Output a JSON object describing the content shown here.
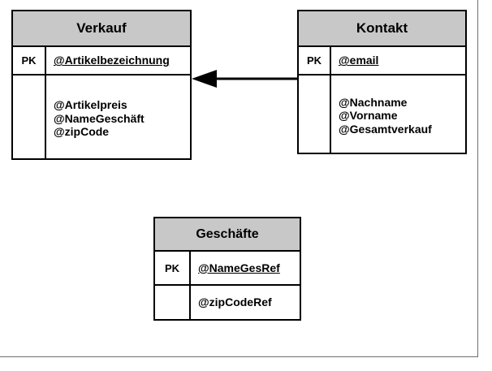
{
  "diagram": {
    "type": "er-diagram",
    "title": "",
    "header_fill": "#C8C8C8",
    "border_color": "#000000",
    "background": "#FFFFFF",
    "entities": [
      {
        "id": "verkauf",
        "name": "Verkauf",
        "key_label": "PK",
        "primary_keys": [
          "@Artikelbezeichnung"
        ],
        "attributes": [
          "@Artikelpreis",
          "@NameGeschäft",
          "@zipCode"
        ]
      },
      {
        "id": "kontakt",
        "name": "Kontakt",
        "key_label": "PK",
        "primary_keys": [
          "@email"
        ],
        "attributes": [
          "@Nachname",
          "@Vorname",
          "@Gesamtverkauf"
        ]
      },
      {
        "id": "geschaefte",
        "name": "Geschäfte",
        "key_label": "PK",
        "primary_keys": [
          "@NameGesRef"
        ],
        "attributes": [
          "@zipCodeRef"
        ]
      }
    ],
    "relationships": [
      {
        "id": "kontakt-to-verkauf",
        "from": "Kontakt",
        "to": "Verkauf",
        "direction": "left",
        "style": "solid-arrow",
        "label": ""
      }
    ]
  }
}
